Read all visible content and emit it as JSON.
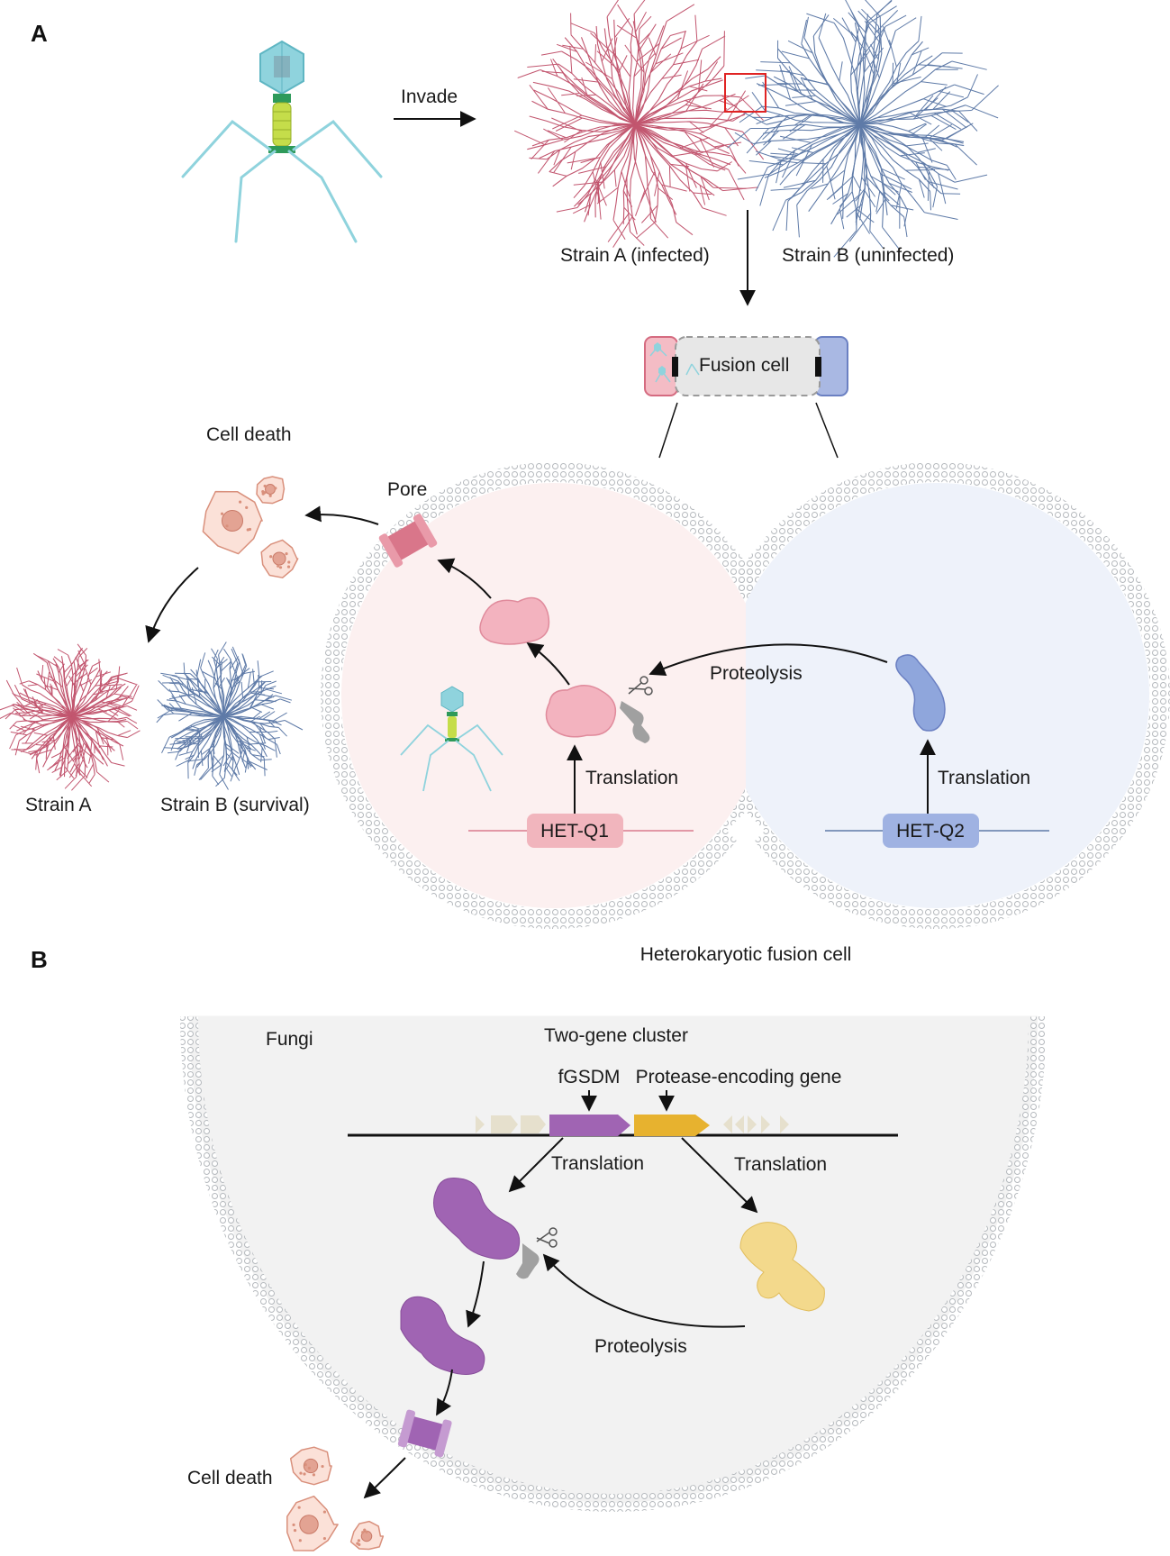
{
  "panel_a": {
    "letter": "A",
    "invade": "Invade",
    "strain_a_infected": "Strain A (infected)",
    "strain_b_uninfected": "Strain B (uninfected)",
    "fusion_cell": "Fusion cell",
    "cell_death": "Cell death",
    "pore": "Pore",
    "proteolysis": "Proteolysis",
    "translation_left": "Translation",
    "translation_right": "Translation",
    "het_q1": "HET-Q1",
    "het_q2": "HET-Q2",
    "strain_a": "Strain A",
    "strain_b_survival": "Strain B (survival)",
    "heterokaryotic": "Heterokaryotic fusion cell"
  },
  "panel_b": {
    "letter": "B",
    "fungi": "Fungi",
    "two_gene_cluster": "Two-gene cluster",
    "fgsdm": "fGSDM",
    "protease_gene": "Protease-encoding gene",
    "translation_left": "Translation",
    "translation_right": "Translation",
    "proteolysis": "Proteolysis",
    "cell_death": "Cell death"
  },
  "colors": {
    "strain_a": "#c2566f",
    "strain_b": "#5f7ba8",
    "cell_left_fill": "#fcf0f0",
    "cell_right_fill": "#eef2fa",
    "het_q1_box": "#f1b5bd",
    "het_q2_box": "#9fb2e2",
    "fgsdm": "#a064b3",
    "protease": "#e7b22f",
    "membrane": "#c4c8cb",
    "phage": "#8fd3dd"
  }
}
